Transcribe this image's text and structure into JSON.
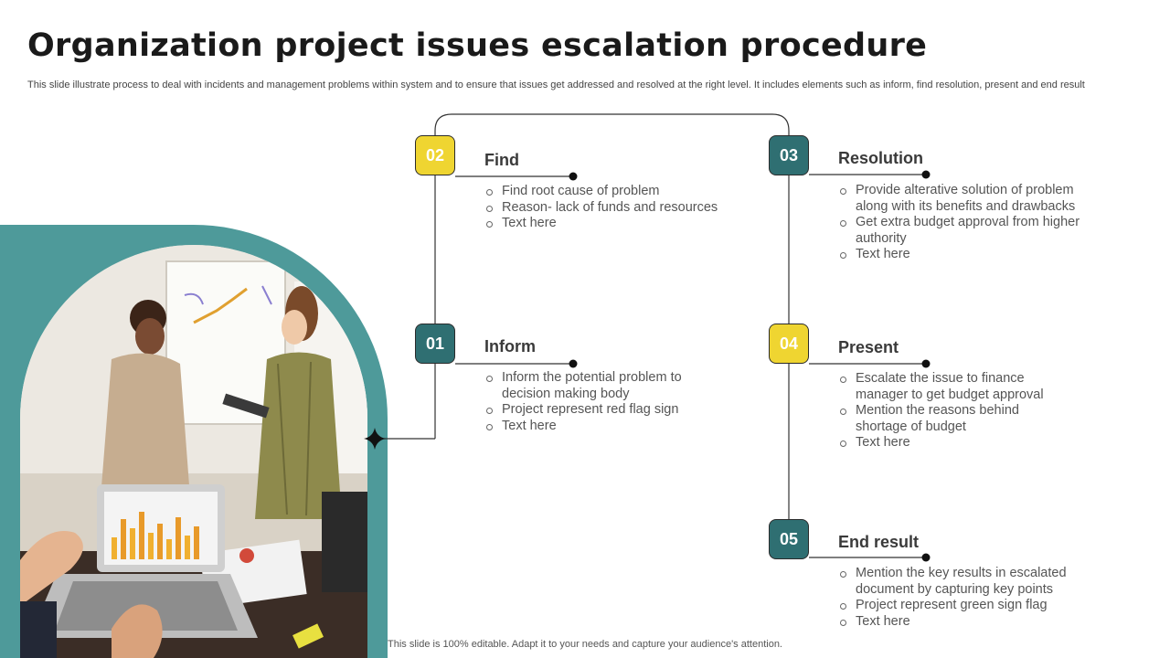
{
  "header": {
    "title": "Organization project issues escalation procedure",
    "subtitle": "This slide illustrate process to deal with incidents and management problems within system and to ensure that issues get addressed and resolved at the right level. It includes elements such as inform, find resolution, present and end result"
  },
  "colors": {
    "teal": "#2f6f72",
    "yellow": "#efd531",
    "photo_frame": "#4e9a9a"
  },
  "steps": {
    "inform": {
      "number": "01",
      "title": "Inform",
      "bullets": [
        "Inform the potential problem to decision making body",
        "Project represent red flag sign",
        "Text here"
      ]
    },
    "find": {
      "number": "02",
      "title": "Find",
      "bullets": [
        "Find root cause of problem",
        "Reason- lack of funds and resources",
        "Text here"
      ]
    },
    "resolution": {
      "number": "03",
      "title": "Resolution",
      "bullets": [
        "Provide alterative solution of problem along with its benefits and drawbacks",
        "Get extra budget approval from higher authority",
        "Text here"
      ]
    },
    "present": {
      "number": "04",
      "title": "Present",
      "bullets": [
        "Escalate the issue to finance manager to get budget approval",
        "Mention the reasons behind shortage of budget",
        "Text here"
      ]
    },
    "end_result": {
      "number": "05",
      "title": "End result",
      "bullets": [
        "Mention the key results in escalated document by capturing key points",
        "Project represent green sign flag",
        "Text here"
      ]
    }
  },
  "footer": {
    "note": "This slide is 100% editable. Adapt it to your needs and capture your audience's attention."
  }
}
